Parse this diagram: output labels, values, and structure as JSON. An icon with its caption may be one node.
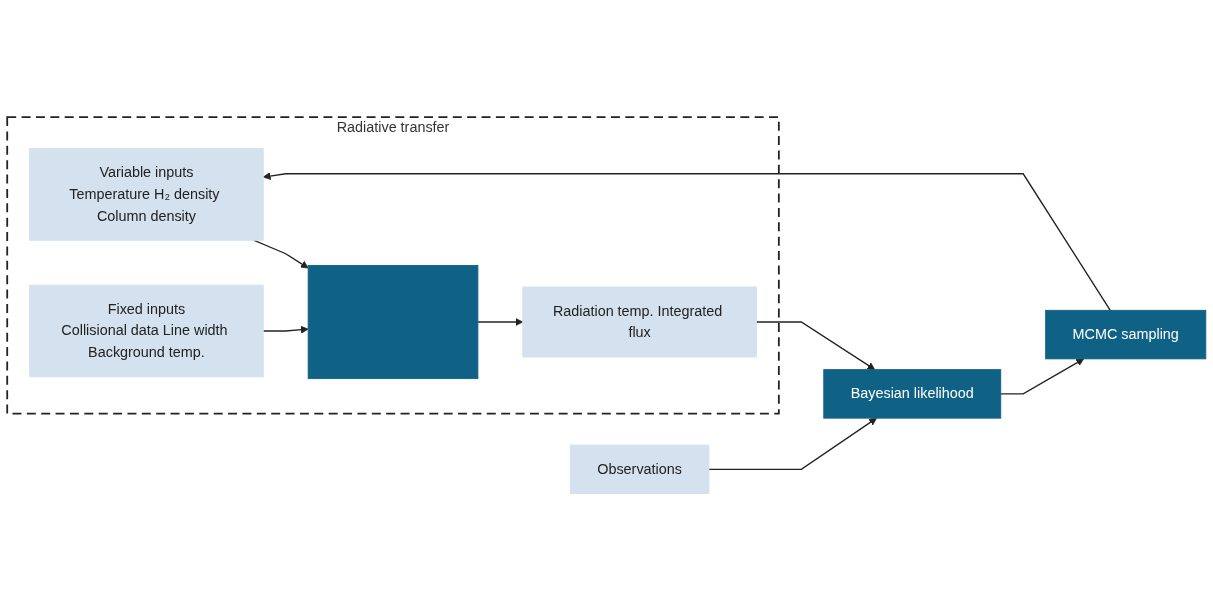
{
  "diagram": {
    "nodes": [
      {
        "text": [
          "Radiative transfer"
        ]
      },
      {
        "text": [
          "Variable inputs",
          "Temperature H₂ density Column density"
        ],
        "in": 0
      },
      {
        "text": [
          "Fixed inputs",
          "Collisional data Line width Background temp."
        ],
        "in": 0
      },
      {
        "text": [],
        "shape": "box",
        "in": 0
      },
      {
        "text": [
          "Radiation temp. Integrated flux"
        ],
        "in": 0
      },
      {
        "text": [
          "Observations"
        ]
      },
      {
        "text": [
          "Bayesian likelihood"
        ]
      },
      {
        "text": [
          "MCMC sampling"
        ]
      }
    ],
    "edges": [
      {
        "from": 1,
        "to": 3,
        "arrow": "to"
      },
      {
        "from": 2,
        "to": 3,
        "arrow": "to"
      },
      {
        "from": 3,
        "to": 4,
        "arrow": "to"
      },
      {
        "from": 4,
        "to": 6,
        "arrow": "to"
      },
      {
        "from": 5,
        "to": 6,
        "arrow": "to"
      },
      {
        "from": 6,
        "to": 7,
        "arrow": "to"
      },
      {
        "from": 7,
        "to": 1,
        "arrow": "to"
      }
    ]
  }
}
